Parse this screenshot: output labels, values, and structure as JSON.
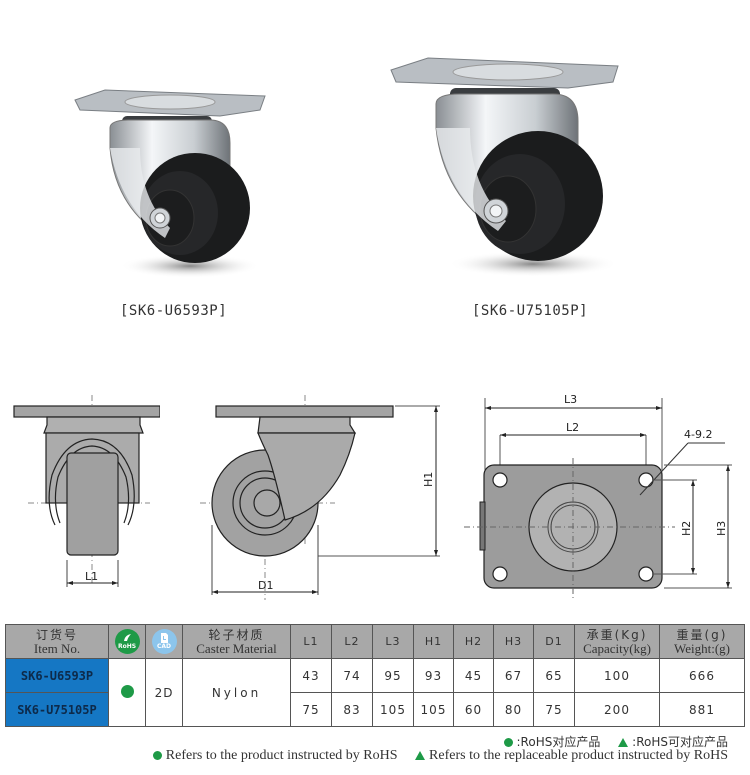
{
  "products": [
    {
      "caption": "[SK6-U6593P]"
    },
    {
      "caption": "[SK6-U75105P]"
    }
  ],
  "drawings": {
    "front_view": {
      "dim_label": "L1"
    },
    "side_view": {
      "width_label": "D1",
      "height_label": "H1"
    },
    "top_view": {
      "l3_label": "L3",
      "l2_label": "L2",
      "hole_label": "4-9.2",
      "h2_label": "H2",
      "h3_label": "H3"
    }
  },
  "table": {
    "headers": {
      "item_cn": "订货号",
      "item_en": "Item No.",
      "rohs_icon_text": "RoHS",
      "cad_icon_text": "CAD",
      "material_cn": "轮子材质",
      "material_en": "Caster Material",
      "dims": [
        "L1",
        "L2",
        "L3",
        "H1",
        "H2",
        "H3",
        "D1"
      ],
      "capacity_cn": "承重(Kg)",
      "capacity_en": "Capacity(kg)",
      "weight_cn": "重量(g)",
      "weight_en": "Weight:(g)"
    },
    "shared": {
      "cad": "2D",
      "material": "Nylon"
    },
    "rows": [
      {
        "item": "SK6-U6593P",
        "dims": [
          "43",
          "74",
          "95",
          "93",
          "45",
          "67",
          "65"
        ],
        "capacity": "100",
        "weight": "666"
      },
      {
        "item": "SK6-U75105P",
        "dims": [
          "75",
          "83",
          "105",
          "105",
          "60",
          "80",
          "75"
        ],
        "capacity": "200",
        "weight": "881"
      }
    ]
  },
  "legend": {
    "cn_dot": ":RoHS对应产品",
    "cn_tri": ":RoHS可对应产品",
    "en_dot": "Refers to the product instructed by RoHS",
    "en_tri": "Refers to the replaceable product instructed by RoHS"
  },
  "colors": {
    "rohs_green": "#1e9a47",
    "item_blue": "#1577c4",
    "header_gray": "#a8a8a8",
    "cad_blue": "#8cc5ec"
  }
}
